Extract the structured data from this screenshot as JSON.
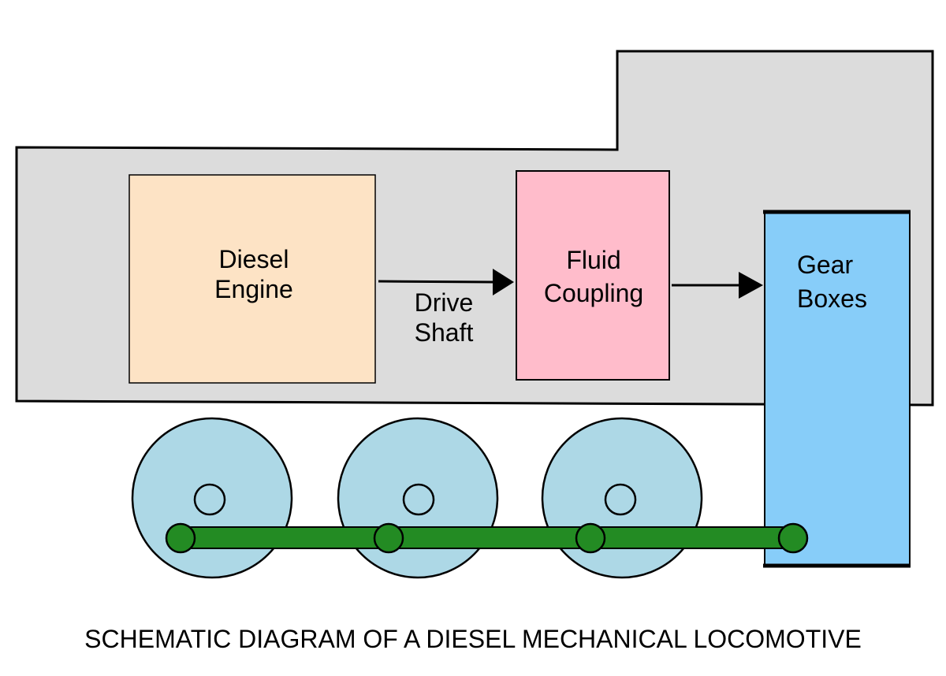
{
  "title": "SCHEMATIC DIAGRAM OF A DIESEL MECHANICAL LOCOMOTIVE",
  "components": {
    "engine": {
      "line1": "Diesel",
      "line2": "Engine",
      "color": "#fde3c5"
    },
    "drive_shaft": {
      "line1": "Drive",
      "line2": "Shaft"
    },
    "coupling": {
      "line1": "Fluid",
      "line2": "Coupling",
      "color": "#ffbccb"
    },
    "gearbox": {
      "line1": "Gear",
      "line2": "Boxes",
      "color": "#87cdf9"
    }
  },
  "colors": {
    "body": "#dcdcdc",
    "wheel": "#add8e6",
    "rod": "#238b23",
    "outline": "#000000"
  }
}
